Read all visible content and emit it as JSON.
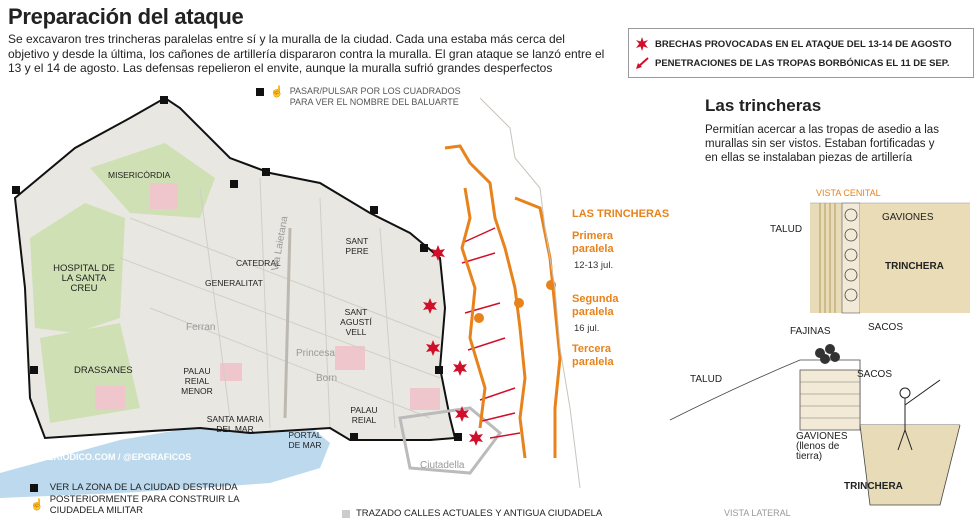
{
  "header": {
    "title": "Preparación del ataque",
    "intro": "Se excavaron tres trincheras paralelas entre sí y la muralla de la ciudad. Cada una estaba más cerca del objetivo y desde la última, los cañones de artillería dispararon contra la muralla. El gran ataque se lanzó entre el 13 y el 14 de agosto. Las defensas repelieron el envite, aunque la muralla sufrió grandes desperfectos"
  },
  "legend": {
    "breaches": "BRECHAS PROVOCADAS EN EL ATAQUE DEL 13-14 DE AGOSTO",
    "penetrations": "PENETRACIONES DE LAS TROPAS BORBÓNICAS EL 11 DE SEP."
  },
  "map": {
    "hint": "PASAR/PULSAR POR LOS CUADRADOS PARA VER EL NOMBRE DEL BALUARTE",
    "labels": {
      "misericordia": "MISERICÒRDIA",
      "hospital": "HOSPITAL DE LA SANTA CREU",
      "drassanes": "DRASSANES",
      "catedral": "CATEDRAL",
      "generalitat": "GENERALITAT",
      "sant_pere": "SANT PERE",
      "sant_agusti": "SANT AGUSTÍ VELL",
      "palau_reial_menor": "PALAU REIAL MENOR",
      "santa_maria": "SANTA MARIA DEL MAR",
      "palau_reial": "PALAU REIAL",
      "portal_mar": "PORTAL DE MAR"
    },
    "streets": {
      "ferran": "Ferran",
      "princesa": "Princesa",
      "laietana": "Via Laietana",
      "born": "Born",
      "ciutadella": "Ciutadella"
    },
    "credit": "ELPERIÓDICO.COM / @EPGRAFICOS",
    "bottom_legend": {
      "destroyed": "VER LA ZONA DE LA CIUDAD DESTRUIDA POSTERIORMENTE PARA CONSTRUIR LA CIUDADELA MILITAR",
      "streets": "TRAZADO CALLES ACTUALES Y ANTIGUA CIUDADELA"
    }
  },
  "trenches": {
    "heading": "LAS TRINCHERAS",
    "first": "Primera paralela",
    "first_date": "12-13 jul.",
    "second": "Segunda paralela",
    "second_date": "16 jul.",
    "third": "Tercera paralela"
  },
  "side": {
    "title": "Las trincheras",
    "text": "Permitían acercar a las tropas de asedio a las murallas sin ser vistos. Estaban fortificadas y en ellas se instalaban piezas de artillería",
    "labels": {
      "vista_cenital": "VISTA CENITAL",
      "gaviones_top": "GAVIONES",
      "talud_top": "TALUD",
      "trinchera_top": "TRINCHERA",
      "sacos_top": "SACOS",
      "fajinas": "FAJINAS",
      "sacos_side": "SACOS",
      "talud_side": "TALUD",
      "gaviones_side": "GAVIONES (llenos de tierra)",
      "trinchera_side": "TRINCHERA",
      "vista_lateral": "VISTA LATERAL"
    }
  },
  "colors": {
    "orange": "#e8821a",
    "breach_red": "#d0102a",
    "sea": "#bcd9ee",
    "green": "#cfe0b4",
    "pink": "#eec6cc"
  }
}
